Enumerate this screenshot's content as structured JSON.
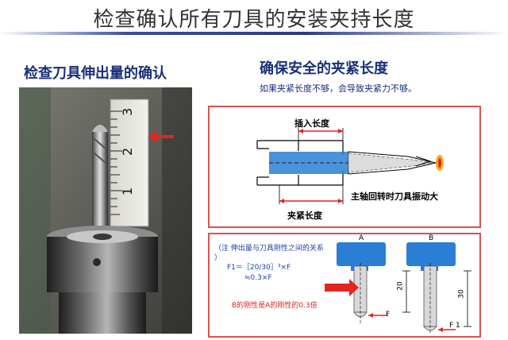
{
  "title": "检查确认所有刀具的安装夹持长度",
  "left_heading": "检查刀具伸出量的确认",
  "right_heading": "确保安全的夹紧长度",
  "right_note": "如果夹紧长度不够，会导致夹紧力不够。",
  "photo": {
    "ruler_numbers": [
      "3",
      "2",
      "1"
    ]
  },
  "diagram_top": {
    "insert_label": "插入长度",
    "clamp_label": "夹紧长度",
    "vibration_label": "主轴回转时刀具振动大"
  },
  "diagram_bottom": {
    "note_lines": [
      "（注  伸出量与刀具刚性之间的关系",
      "）",
      "F1＝［20/30］³×F",
      "≒0.3×F"
    ],
    "conclusion": "B的刚性是A的刚性的0.3倍",
    "tool_a": "A",
    "tool_b": "B",
    "dim_a": "20",
    "dim_b": "30",
    "force_a": "F",
    "force_b": "F 1"
  },
  "colors": {
    "brand_blue": "#1a2f7a",
    "panel_red": "#d9534f",
    "tool_blue": "#2a7fd4",
    "arrow_red": "#e3261f"
  }
}
